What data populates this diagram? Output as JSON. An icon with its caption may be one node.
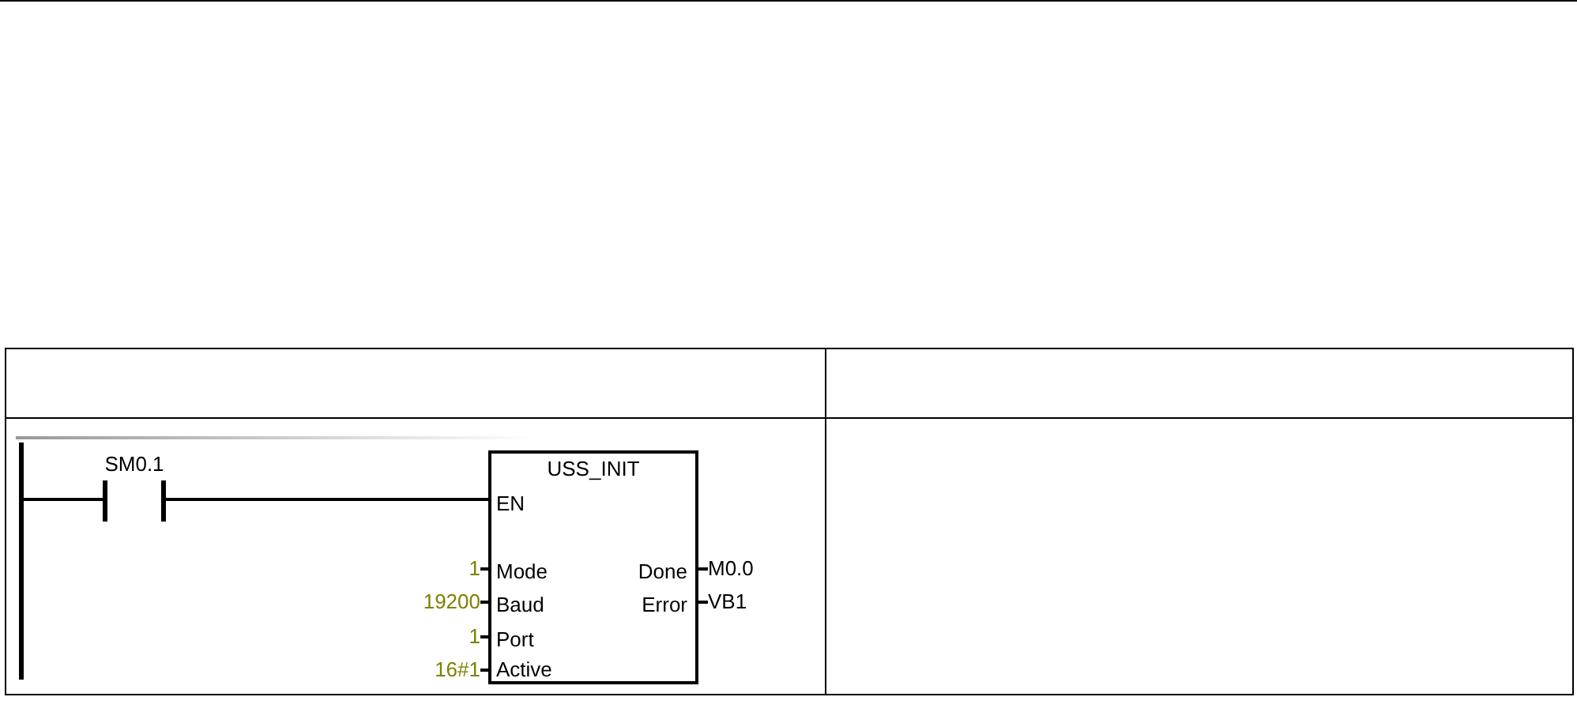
{
  "diagram": {
    "nodes": [
      {
        "text": [],
        "shape": "bar"
      },
      {
        "text": [
          "SM0.1"
        ]
      },
      {
        "text": [
          "USS_INIT",
          "EN",
          "Mode",
          "Baud",
          "Port",
          "Active",
          "Done",
          "Error"
        ]
      },
      {
        "text": [
          "1"
        ]
      },
      {
        "text": [
          "19200"
        ]
      },
      {
        "text": [
          "1"
        ]
      },
      {
        "text": [
          "16#1"
        ]
      },
      {
        "text": [
          "M0.0"
        ]
      },
      {
        "text": [
          "VB1"
        ]
      }
    ],
    "edges": [
      {
        "from": 0,
        "to": 1,
        "arrow": "none"
      },
      {
        "from": 1,
        "to": 2,
        "arrow": "none"
      },
      {
        "from": 3,
        "to": 2,
        "arrow": "none"
      },
      {
        "from": 4,
        "to": 2,
        "arrow": "none"
      },
      {
        "from": 5,
        "to": 2,
        "arrow": "none"
      },
      {
        "from": 6,
        "to": 2,
        "arrow": "none"
      },
      {
        "from": 2,
        "to": 7,
        "arrow": "none"
      },
      {
        "from": 2,
        "to": 8,
        "arrow": "none"
      }
    ]
  }
}
